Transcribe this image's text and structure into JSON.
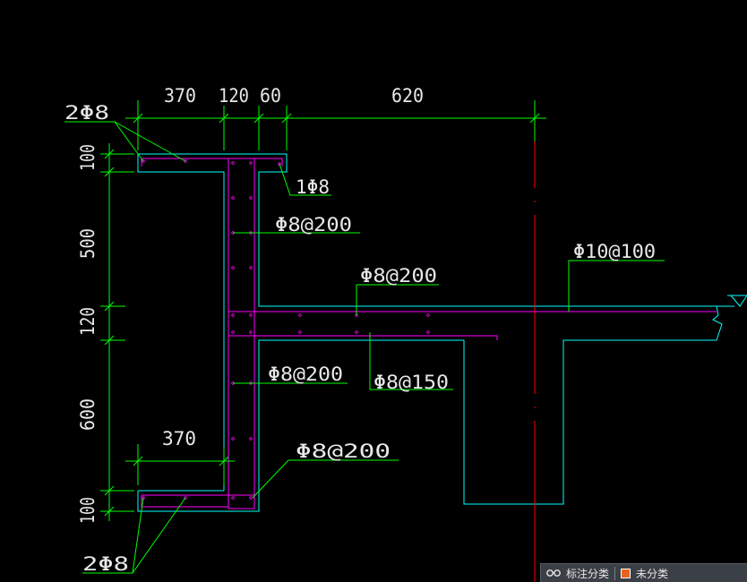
{
  "labels": {
    "dim_top_370": "370",
    "dim_top_120": "120",
    "dim_top_60": "60",
    "dim_top_620": "620",
    "dim_left_100_top": "100",
    "dim_left_500": "500",
    "dim_left_120": "120",
    "dim_left_600": "600",
    "dim_left_100_bottom": "100",
    "dim_bottom_370": "370",
    "rebar_2phi8_top": "2Φ8",
    "rebar_1phi8": "1Φ8",
    "rebar_phi8_200_wall_upper": "Φ8@200",
    "rebar_phi8_200_slab": "Φ8@200",
    "rebar_phi10_100": "Φ10@100",
    "rebar_phi8_200_wall_lower": "Φ8@200",
    "rebar_phi8_150": "Φ8@150",
    "rebar_phi8_200_bottom": "Φ8@200",
    "rebar_2phi8_bottom": "2Φ8"
  },
  "status_bar": {
    "annotation_category_label": "标注分类",
    "uncategorized_label": "未分类"
  },
  "colors": {
    "background": "#000000",
    "dimension": "#00ff00",
    "concrete_outline": "#00ffff",
    "rebar": "#ff00ff",
    "centerline": "#ff0000",
    "leader": "#00ff00",
    "uncategorized_swatch": "#e8621a"
  },
  "icons": {
    "annotation_category": "glasses-icon"
  }
}
